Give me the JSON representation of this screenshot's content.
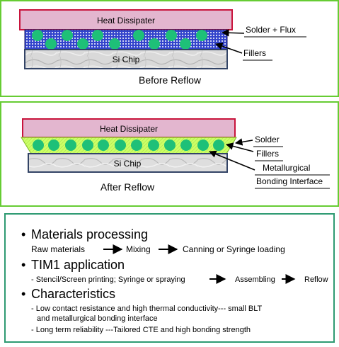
{
  "before": {
    "heat_label": "Heat Dissipater",
    "chip_label": "Si Chip",
    "caption": "Before Reflow",
    "callout_solder_flux": "Solder + Flux",
    "callout_fillers": "Fillers"
  },
  "after": {
    "heat_label": "Heat Dissipater",
    "chip_label": "Si Chip",
    "caption": "After Reflow",
    "callout_solder": "Solder",
    "callout_fillers": "Fillers",
    "callout_interface_line1": "Metallurgical",
    "callout_interface_line2": "Bonding Interface"
  },
  "summary": {
    "items": [
      {
        "heading": "Materials processing",
        "flow": [
          "Raw materials",
          "Mixing",
          "Canning or Syringe loading"
        ]
      },
      {
        "heading": "TIM1 application",
        "flow": [
          "- Stencil/Screen printing; Syringe or spraying",
          "Assembling",
          "Reflow"
        ]
      },
      {
        "heading": "Characteristics",
        "lines": [
          "- Low contact resistance and high thermal conductivity--- small BLT",
          "and metallurgical bonding interface",
          "- Long term reliability ---Tailored  CTE and high bonding strength"
        ]
      }
    ]
  },
  "colors": {
    "panel_border": "#66cc33",
    "heat_fill": "#e3b6cf",
    "heat_border": "#c8143c",
    "solder_flux_fill": "#3344cc",
    "solder_fill": "#ccff66",
    "filler": "#1ec078",
    "chip_fill": "#d6d6d6",
    "chip_border": "#334466",
    "summary_border": "#2e9a72"
  }
}
